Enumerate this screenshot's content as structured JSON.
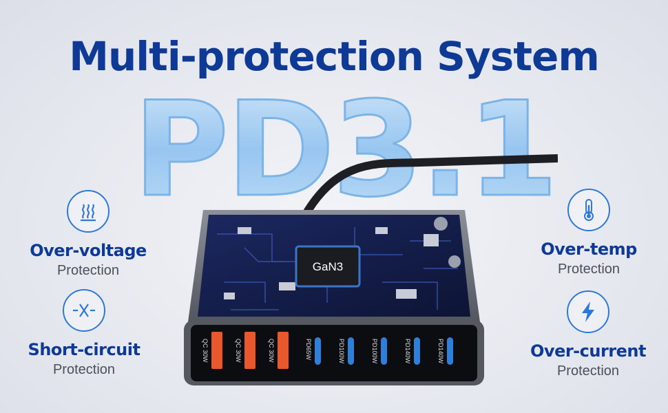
{
  "title": "Multi-protection System",
  "pd_text": "PD3.1",
  "chip_label": "GaN3",
  "features": {
    "over_voltage": {
      "title": "Over-voltage",
      "sub": "Protection",
      "icon": "heat-waves-icon"
    },
    "short_circuit": {
      "title": "Short-circuit",
      "sub": "Protection",
      "icon": "short-circuit-icon"
    },
    "over_temp": {
      "title": "Over-temp",
      "sub": "Protection",
      "icon": "thermometer-icon"
    },
    "over_current": {
      "title": "Over-current",
      "sub": "Protection",
      "icon": "lightning-icon"
    }
  },
  "ports": [
    "QC 30W",
    "QC 30W",
    "QC 30W",
    "PD65W",
    "PD100W",
    "PD100W",
    "PD140W",
    "PD140W"
  ],
  "colors": {
    "title": "#0e3a96",
    "accent": "#2f78d6",
    "usb_a": "#e8582c",
    "usb_c": "#2f7fd8"
  }
}
